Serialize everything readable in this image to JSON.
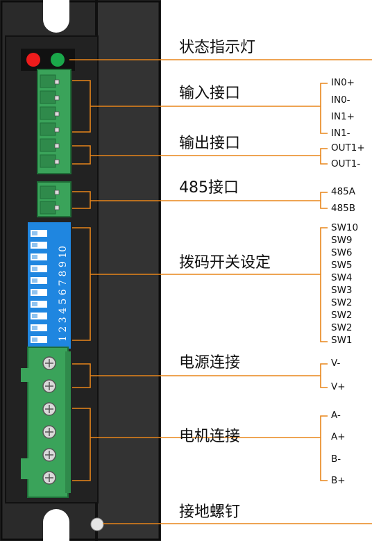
{
  "labels": {
    "status_led": "状态指示灯",
    "input_port": "输入接口",
    "output_port": "输出接口",
    "rs485_port": "485接口",
    "dip_setting": "拨码开关设定",
    "power_conn": "电源连接",
    "motor_conn": "电机连接",
    "ground_screw": "接地螺钉"
  },
  "input_pins": [
    "IN0+",
    "IN0-",
    "IN1+",
    "IN1-"
  ],
  "output_pins": [
    "OUT1+",
    "OUT1-"
  ],
  "rs485_pins": [
    "485A",
    "485B"
  ],
  "dip_switches": [
    "SW10",
    "SW9",
    "SW6",
    "SW5",
    "SW4",
    "SW3",
    "SW2",
    "SW2",
    "SW2",
    "SW1"
  ],
  "dip_numbers": "1 2 3 4 5 6 7 8 9 10",
  "power_pins": [
    "V-",
    "V+"
  ],
  "motor_pins": [
    "A-",
    "A+",
    "B-",
    "B+"
  ],
  "colors": {
    "housing": "#2b2b2b",
    "terminal_green": "#3aa35a",
    "dip_blue": "#1f86e0",
    "leader_orange": "#e8851a",
    "led_red": "#ee1c1c",
    "led_green": "#1aa84a"
  }
}
